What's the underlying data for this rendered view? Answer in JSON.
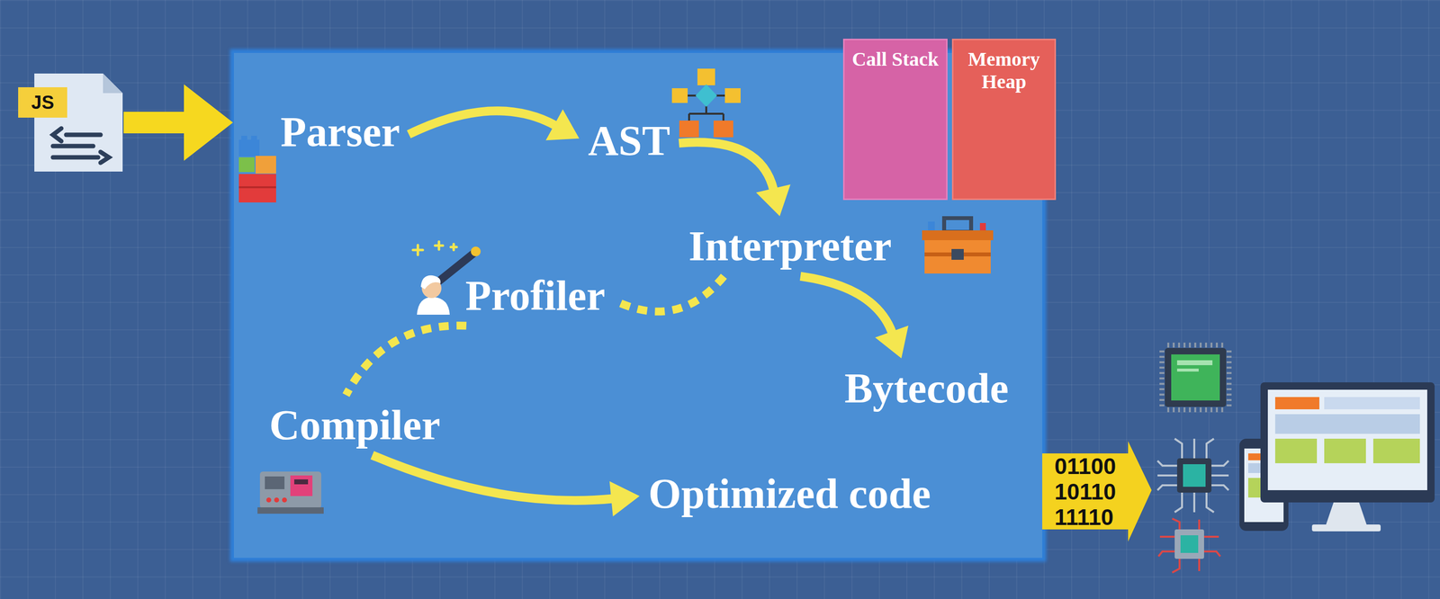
{
  "diagram": {
    "nodes": [
      {
        "text": [
          "Parser"
        ]
      },
      {
        "text": [
          "AST"
        ]
      },
      {
        "text": [
          "Call Stack"
        ]
      },
      {
        "text": [
          "Memory Heap"
        ]
      },
      {
        "text": [
          "Interpreter"
        ]
      },
      {
        "text": [
          "Profiler"
        ]
      },
      {
        "text": [
          "Bytecode"
        ]
      },
      {
        "text": [
          "Compiler"
        ]
      },
      {
        "text": [
          "Optimized code"
        ]
      }
    ],
    "edges": [
      {
        "from": 0,
        "to": 1,
        "arrow": "to"
      },
      {
        "from": 1,
        "to": 4,
        "arrow": "to"
      },
      {
        "from": 4,
        "to": 5,
        "arrow": "none"
      },
      {
        "from": 5,
        "to": 7,
        "arrow": "none"
      },
      {
        "from": 4,
        "to": 6,
        "arrow": "to"
      },
      {
        "from": 7,
        "to": 8,
        "arrow": "to"
      }
    ],
    "labels": [
      "JS",
      "01100",
      "10110",
      "11110"
    ]
  }
}
